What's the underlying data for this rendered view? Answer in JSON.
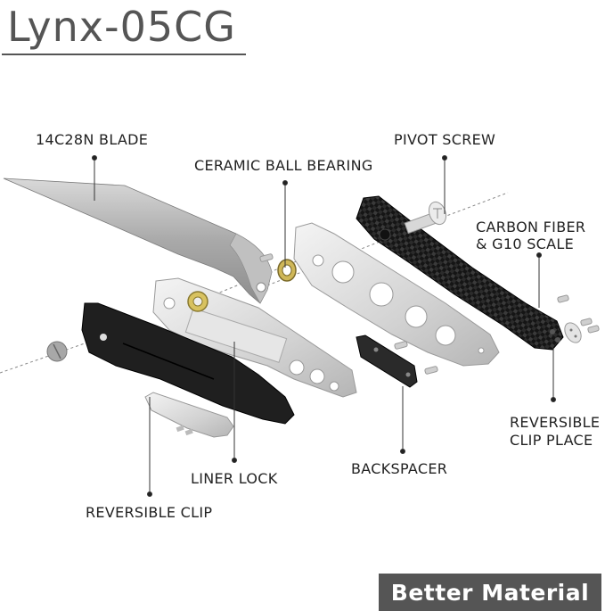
{
  "header": {
    "title": "Lynx-05CG"
  },
  "labels": {
    "blade": "14C28N BLADE",
    "bearing": "CERAMIC BALL BEARING",
    "pivot_screw": "PIVOT SCREW",
    "scale_line1": "CARBON FIBER",
    "scale_line2": "& G10 SCALE",
    "clip_place_line1": "REVERSIBLE",
    "clip_place_line2": "CLIP PLACE",
    "backspacer": "BACKSPACER",
    "liner_lock": "LINER LOCK",
    "reversible_clip": "REVERSIBLE CLIP"
  },
  "badge": {
    "text": "Better Material"
  },
  "colors": {
    "title": "#555555",
    "badge_bg": "#555555",
    "badge_text": "#ffffff",
    "steel": "#c8c8c8",
    "handle": "#1a1a1a",
    "bearing": "#c9b24a"
  }
}
